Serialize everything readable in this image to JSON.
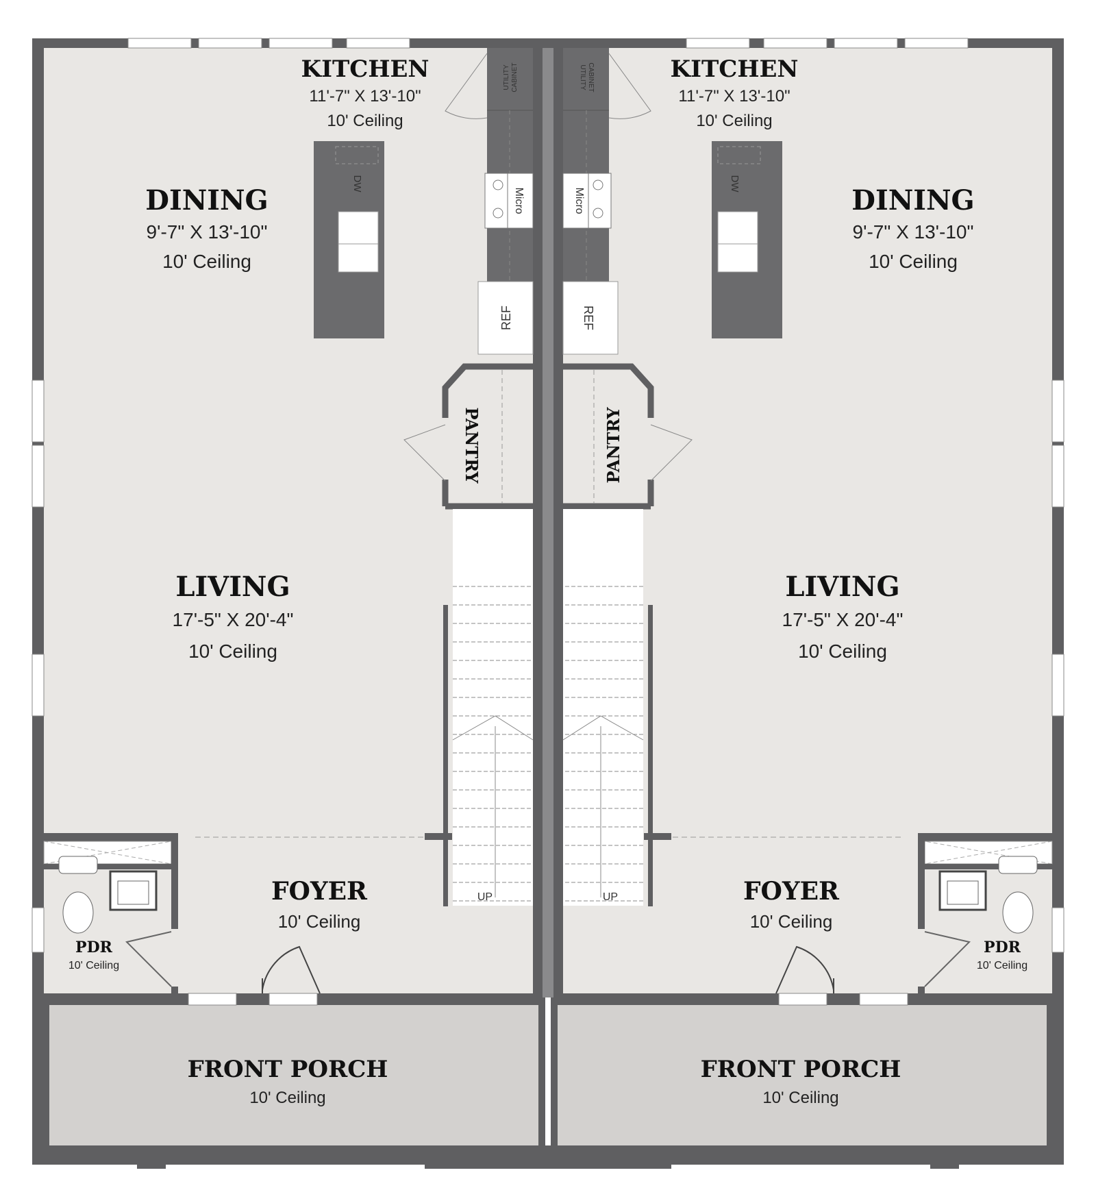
{
  "colors": {
    "wall": "#5f5f61",
    "floor": "#e9e7e4",
    "porch": "#d3d1cf",
    "cabinet": "#6b6b6d"
  },
  "units": [
    {
      "kitchen": {
        "name": "KITCHEN",
        "dims": "11'-7\" X 13'-10\"",
        "ceiling": "10' Ceiling"
      },
      "dining": {
        "name": "DINING",
        "dims": "9'-7\" X 13'-10\"",
        "ceiling": "10' Ceiling"
      },
      "living": {
        "name": "LIVING",
        "dims": "17'-5\" X 20'-4\"",
        "ceiling": "10' Ceiling"
      },
      "foyer": {
        "name": "FOYER",
        "ceiling": "10' Ceiling"
      },
      "pdr": {
        "name": "PDR",
        "ceiling": "10' Ceiling"
      },
      "porch": {
        "name": "FRONT PORCH",
        "ceiling": "10' Ceiling"
      },
      "pantry": "PANTRY",
      "fixtures": {
        "utility_1": "UTILITY",
        "utility_2": "CABINET",
        "micro": "Micro",
        "dw": "DW",
        "ref": "REF",
        "stairs": "UP"
      }
    },
    {
      "kitchen": {
        "name": "KITCHEN",
        "dims": "11'-7\" X 13'-10\"",
        "ceiling": "10' Ceiling"
      },
      "dining": {
        "name": "DINING",
        "dims": "9'-7\" X 13'-10\"",
        "ceiling": "10' Ceiling"
      },
      "living": {
        "name": "LIVING",
        "dims": "17'-5\" X 20'-4\"",
        "ceiling": "10' Ceiling"
      },
      "foyer": {
        "name": "FOYER",
        "ceiling": "10' Ceiling"
      },
      "pdr": {
        "name": "PDR",
        "ceiling": "10' Ceiling"
      },
      "porch": {
        "name": "FRONT PORCH",
        "ceiling": "10' Ceiling"
      },
      "pantry": "PANTRY",
      "fixtures": {
        "utility_1": "UTILITY",
        "utility_2": "CABINET",
        "micro": "Micro",
        "dw": "DW",
        "ref": "REF",
        "stairs": "UP"
      }
    }
  ]
}
